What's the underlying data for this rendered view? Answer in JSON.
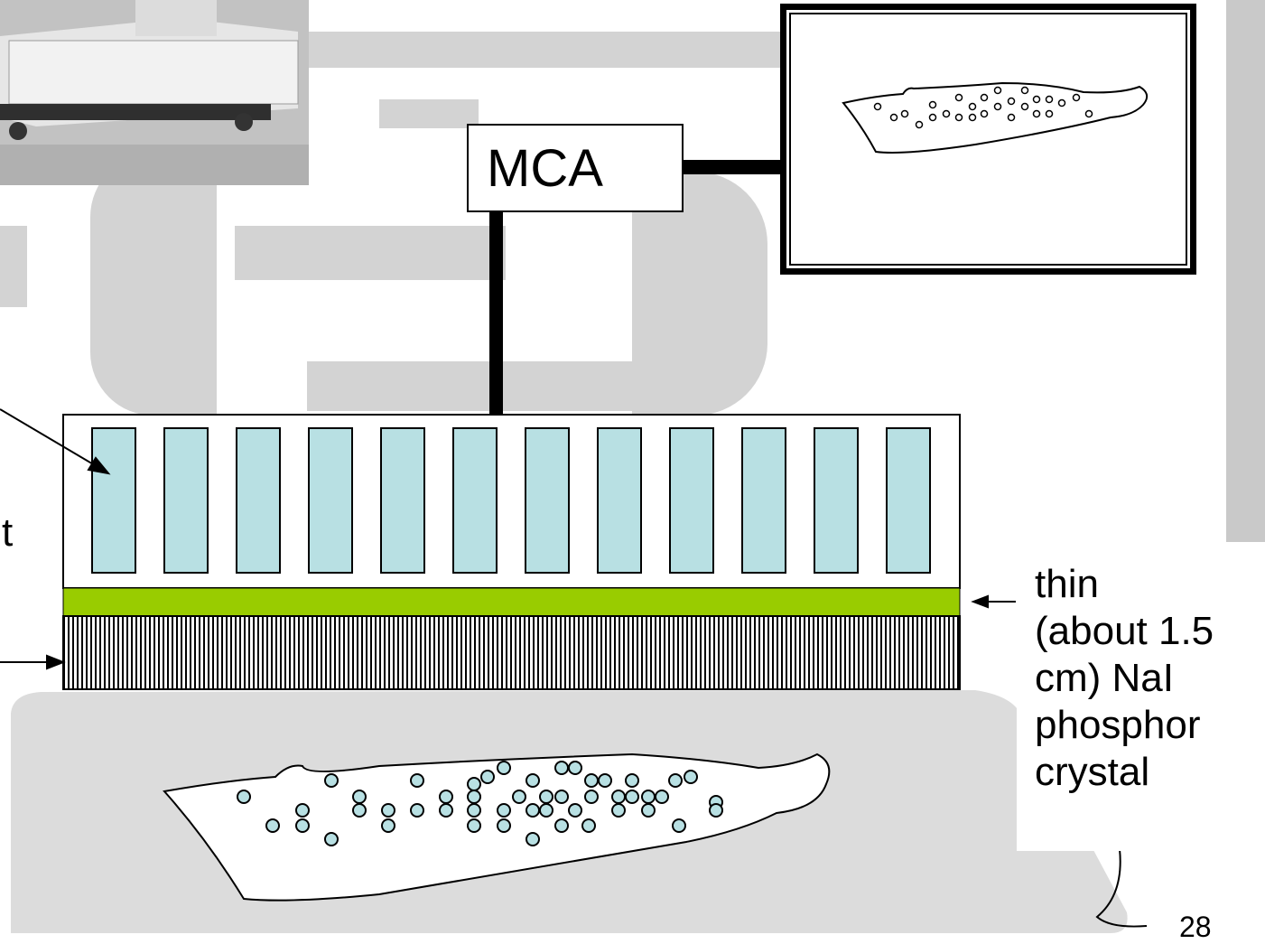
{
  "diagram": {
    "mca_label": "MCA",
    "crystal_caption": "thin\n(about 1.5\ncm) NaI\nphosphor\ncrystal",
    "left_text_fragment": "t",
    "page_number": "28",
    "photomultiplier_tube_count": 12
  },
  "colors": {
    "photomultiplier_tube": "#b8e0e3",
    "light_guide": "#99cc00",
    "patient_body": "#dcdcdc",
    "background_watermark": "#d3d3d3",
    "line": "#000000"
  },
  "icons": {
    "photo": "gamma-camera-photo",
    "image": "organ-scan-image"
  }
}
